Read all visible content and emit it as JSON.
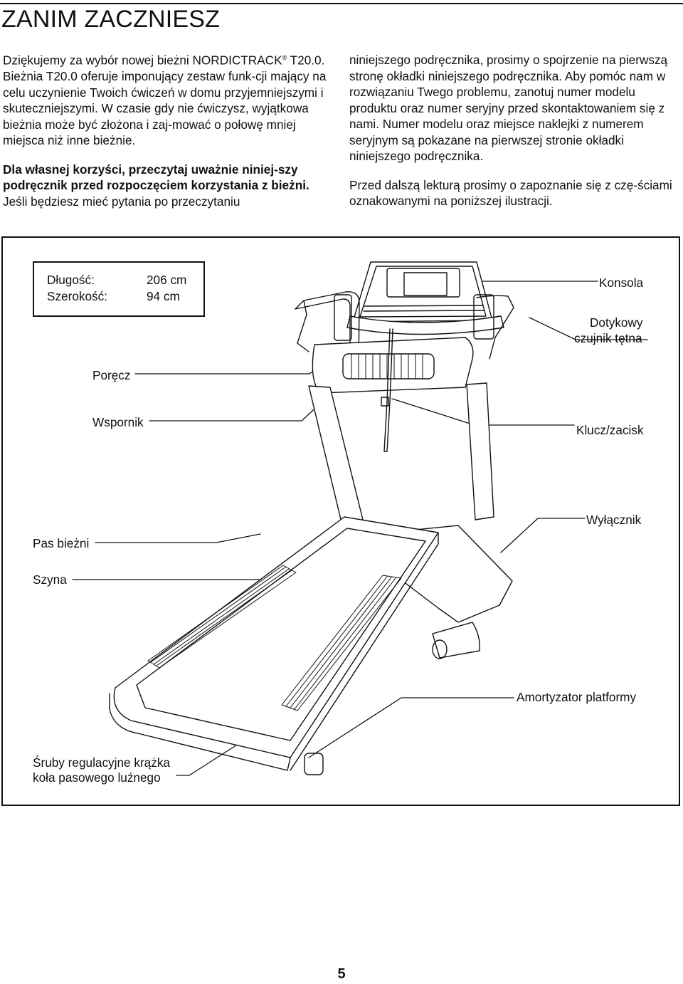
{
  "heading": "ZANIM ZACZNIESZ",
  "intro": {
    "p1_a": "Dziękujemy za wybór nowej bieżni NORDICTRACK",
    "reg_mark": "®",
    "p1_b": " T20.0. Bieżnia T20.0 oferuje imponujący zestaw funk-cji mający na celu uczynienie Twoich ćwiczeń w domu przyjemniejszymi i skuteczniejszymi. W czasie gdy nie ćwiczysz, wyjątkowa bieżnia może być złożona i zaj-mować o połowę mniej miejsca niż inne bieżnie.",
    "p2_bold": "Dla własnej korzyści, przeczytaj uważnie niniej-szy podręcznik przed rozpoczęciem korzystania z bieżni.",
    "p2_rest": " Jeśli będziesz mieć pytania po przeczytaniu",
    "p3": "niniejszego podręcznika, prosimy o spojrzenie na pierwszą stronę okładki niniejszego podręcznika. Aby pomóc nam w rozwiązaniu Twego problemu, zanotuj numer modelu produktu oraz numer seryjny przed skontaktowaniem się z nami. Numer modelu oraz miejsce naklejki z numerem seryjnym są pokazane na pierwszej stronie okładki niniejszego podręcznika.",
    "p4": "Przed dalszą lekturą prosimy o zapoznanie się z czę-ściami oznakowanymi na poniższej ilustracji."
  },
  "dimensions": {
    "length_label": "Długość:",
    "length_value": "206 cm",
    "width_label": "Szerokość:",
    "width_value": "94 cm"
  },
  "parts": {
    "console": "Konsola",
    "pulse_sensor_line1": "Dotykowy",
    "pulse_sensor_line2": "czujnik tętna",
    "handrail": "Poręcz",
    "upright": "Wspornik",
    "key_clip": "Klucz/zacisk",
    "power_switch": "Wyłącznik",
    "walking_belt": "Pas bieżni",
    "rail": "Szyna",
    "deck_cushion": "Amortyzator platformy",
    "idler_bolts_line1": "Śruby regulacyjne krążka",
    "idler_bolts_line2": "koła pasowego luźnego"
  },
  "page_number": "5"
}
